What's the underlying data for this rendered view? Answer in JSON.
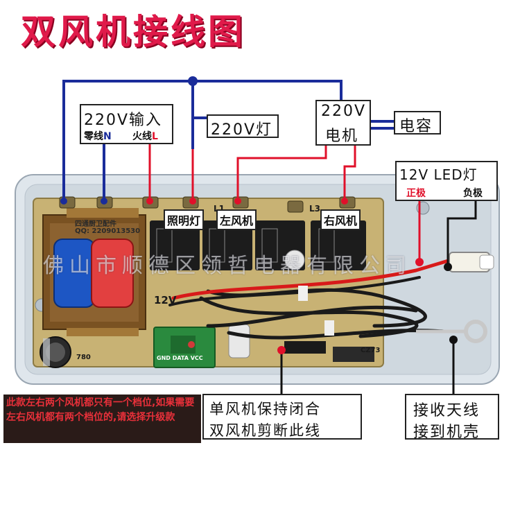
{
  "title": "双风机接线图",
  "labels": {
    "input_title": "220V输入",
    "neutral_prefix": "零线",
    "neutral_letter": "N",
    "live_prefix": "火线",
    "live_letter": "L",
    "lamp": "220V灯",
    "motor_line1": "220V",
    "motor_line2": "电机",
    "capacitor": "电容",
    "led_title": "12V LED灯",
    "led_positive": "正极",
    "led_negative": "负极",
    "relay_light": "照明灯",
    "relay_left_fan": "左风机",
    "relay_right_fan": "右风机",
    "single_fan_line1": "单风机保持闭合",
    "single_fan_line2": "双风机剪断此线",
    "antenna_line1": "接收天线",
    "antenna_line2": "接到机壳"
  },
  "note": "此款左右两个风机都只有一个档位,如果需要左右风机都有两个档位的,请选择升级款",
  "watermark": "佛山市顺德区领哲电器有限公司",
  "pcb_tag": {
    "line1": "四通厨卫配件",
    "line2": "QQ: 2209013530"
  },
  "pcb_marks": {
    "v12": "12V",
    "l1": "L1",
    "l3": "L3",
    "module_pins": "GND DATA VCC",
    "board_code": "CZ73",
    "cap_code": "780"
  },
  "colors": {
    "title": "#e01a4a",
    "live_wire": "#e0102a",
    "neutral_wire": "#1a2c9a",
    "ground_wire": "#111111",
    "pcb": "#c8b274",
    "relay": "#1c1c1c",
    "capacitor_wire": "#1a2c9a"
  },
  "icons": [
    "transformer-icon",
    "relay-icon",
    "connector-icon",
    "ring-terminal-icon",
    "capacitor-icon",
    "rf-module-icon"
  ]
}
